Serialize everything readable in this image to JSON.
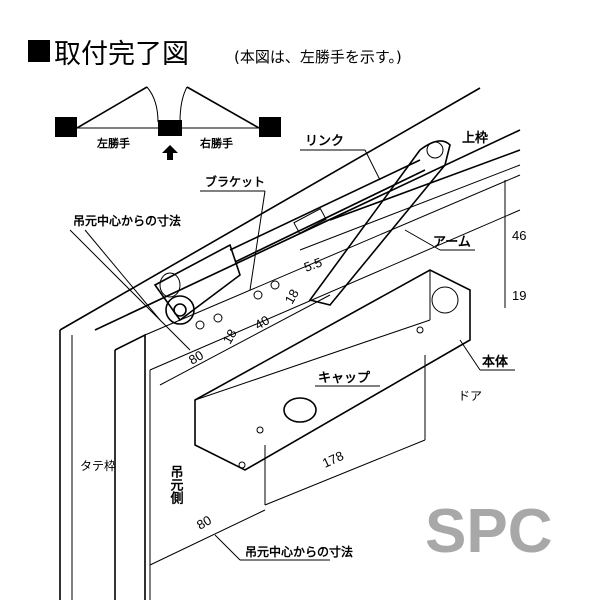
{
  "title": "取付完了図",
  "subtitle": "(本図は、左勝手を示す。)",
  "hand_diagram": {
    "left": "左勝手",
    "right": "右勝手"
  },
  "labels": {
    "link": "リンク",
    "top_frame": "上枠",
    "bracket": "ブラケット",
    "dimension_from_hinge_top": "吊元中心からの寸法",
    "arm": "アーム",
    "body": "本体",
    "cap": "キャップ",
    "door": "ドア",
    "vertical_frame": "タテ枠",
    "hinge_side": "吊元側",
    "dimension_from_hinge_bottom": "吊元中心からの寸法"
  },
  "dimensions": {
    "d46": "46",
    "d19": "19",
    "d5_5": "5.5",
    "d18a": "18",
    "d18b": "18",
    "d40": "40",
    "d80_top": "80",
    "d178": "178",
    "d80_bottom": "80"
  },
  "watermark": "SPC"
}
